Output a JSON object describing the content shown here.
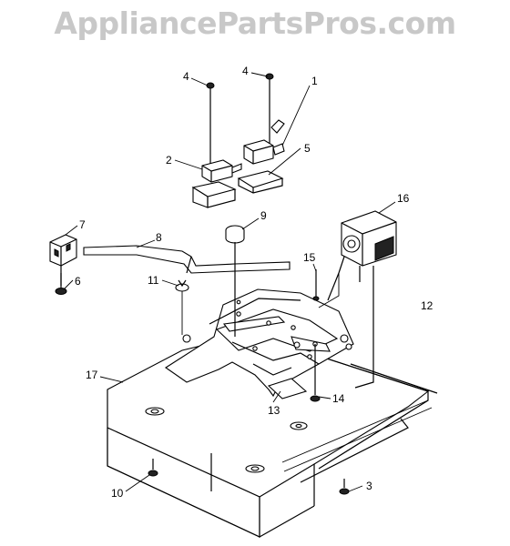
{
  "header": {
    "watermark": "AppliancePartsPros.com"
  },
  "callouts": {
    "c1": "1",
    "c2": "2",
    "c3": "3",
    "c4a": "4",
    "c4b": "4",
    "c5": "5",
    "c6": "6",
    "c7": "7",
    "c8": "8",
    "c9": "9",
    "c10": "10",
    "c11": "11",
    "c12": "12",
    "c13": "13",
    "c14": "14",
    "c15": "15",
    "c16": "16",
    "c17": "17"
  }
}
